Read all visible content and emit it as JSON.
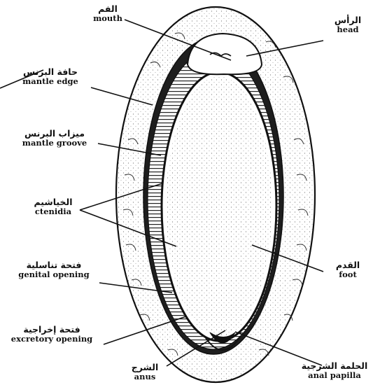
{
  "labels": {
    "mouth": {
      "ar": "الفم",
      "en": "mouth"
    },
    "head": {
      "ar": "الرأس",
      "en": "head"
    },
    "mantle_edge": {
      "ar": "حافة البرنس",
      "en": "mantle edge"
    },
    "mantle_groove": {
      "ar": "ميزاب البرنس",
      "en": "mantle groove"
    },
    "ctenidia": {
      "ar": "الخياشيم",
      "en": "ctenidia"
    },
    "genital_opening": {
      "ar": "فتحة تناسلية",
      "en": "genital opening"
    },
    "foot": {
      "ar": "القدم",
      "en": "foot"
    },
    "excretory_opening": {
      "ar": "فتحة إخراجية",
      "en": "excretory opening"
    },
    "anus": {
      "ar": "الشرج",
      "en": "anus"
    },
    "anal_papilla": {
      "ar": "الحلمة الشرجية",
      "en": "anal papilla"
    }
  },
  "colors": {
    "ink": "#111111",
    "paper": "#ffffff",
    "shade": "#3a3a3a"
  }
}
